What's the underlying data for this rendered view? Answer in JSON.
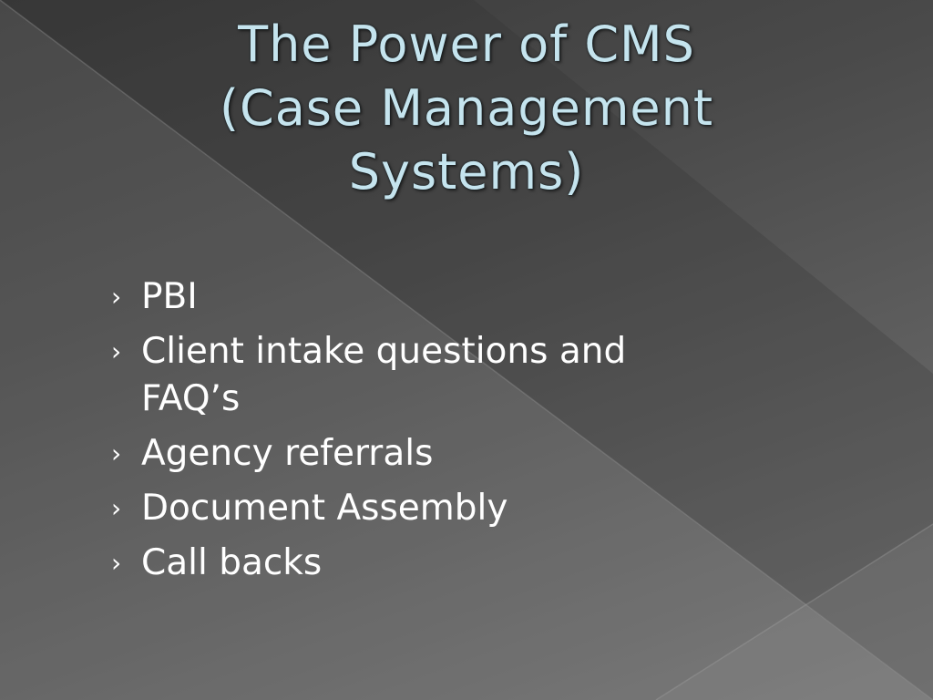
{
  "slide": {
    "title_lines": [
      "The Power of CMS",
      "(Case Management",
      "Systems)"
    ],
    "bullet_marker": "›",
    "bullets": [
      "PBI",
      "Client intake questions and FAQ’s",
      "Agency referrals",
      "Document Assembly",
      "Call backs"
    ]
  }
}
